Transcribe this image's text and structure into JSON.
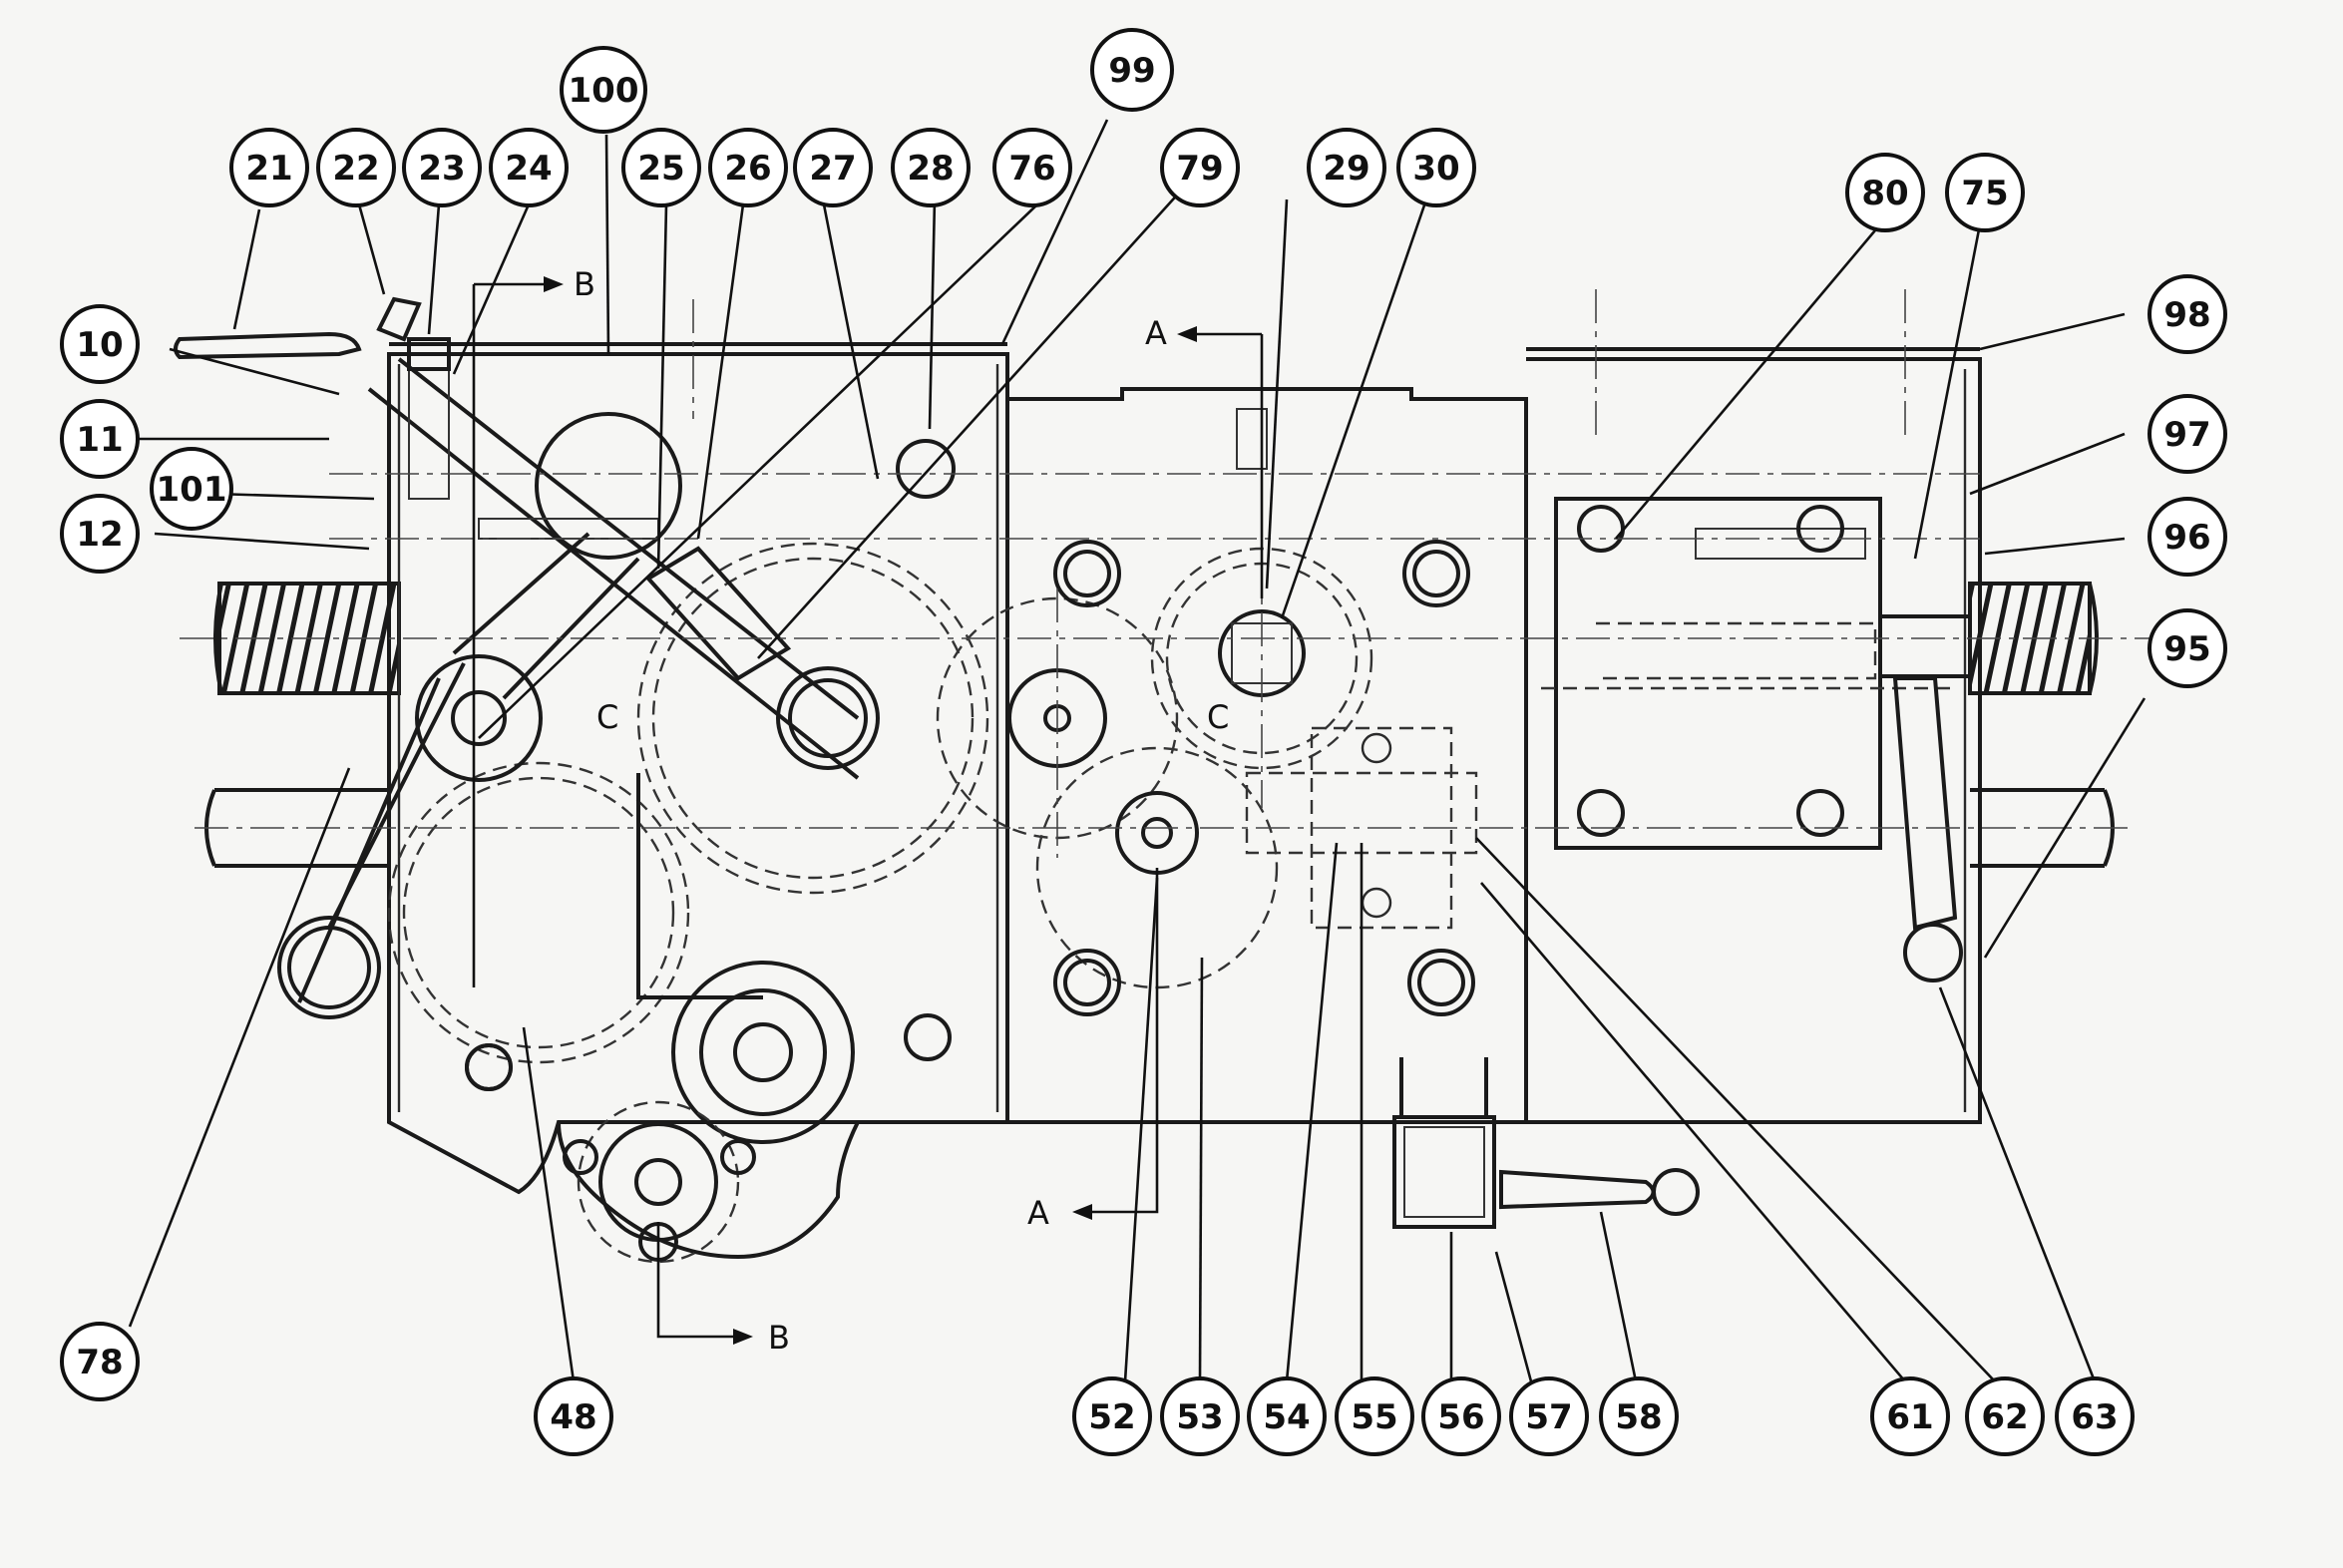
{
  "labels": [
    {
      "id": "21",
      "text": "21"
    },
    {
      "id": "22",
      "text": "22"
    },
    {
      "id": "23",
      "text": "23"
    },
    {
      "id": "24",
      "text": "24"
    },
    {
      "id": "100",
      "text": "100"
    },
    {
      "id": "25",
      "text": "25"
    },
    {
      "id": "26",
      "text": "26"
    },
    {
      "id": "27",
      "text": "27"
    },
    {
      "id": "28",
      "text": "28"
    },
    {
      "id": "76",
      "text": "76"
    },
    {
      "id": "99",
      "text": "99"
    },
    {
      "id": "79",
      "text": "79"
    },
    {
      "id": "29",
      "text": "29"
    },
    {
      "id": "30",
      "text": "30"
    },
    {
      "id": "80",
      "text": "80"
    },
    {
      "id": "75",
      "text": "75"
    },
    {
      "id": "98",
      "text": "98"
    },
    {
      "id": "97",
      "text": "97"
    },
    {
      "id": "96",
      "text": "96"
    },
    {
      "id": "95",
      "text": "95"
    },
    {
      "id": "10",
      "text": "10"
    },
    {
      "id": "11",
      "text": "11"
    },
    {
      "id": "101",
      "text": "101"
    },
    {
      "id": "12",
      "text": "12"
    },
    {
      "id": "78",
      "text": "78"
    },
    {
      "id": "48",
      "text": "48"
    },
    {
      "id": "52",
      "text": "52"
    },
    {
      "id": "53",
      "text": "53"
    },
    {
      "id": "54",
      "text": "54"
    },
    {
      "id": "55",
      "text": "55"
    },
    {
      "id": "56",
      "text": "56"
    },
    {
      "id": "57",
      "text": "57"
    },
    {
      "id": "58",
      "text": "58"
    },
    {
      "id": "61",
      "text": "61"
    },
    {
      "id": "62",
      "text": "62"
    },
    {
      "id": "63",
      "text": "63"
    }
  ],
  "sections": {
    "a_top": "A",
    "a_bottom": "A",
    "b_top": "B",
    "b_bottom": "B",
    "c_left": "C",
    "c_right": "C"
  }
}
